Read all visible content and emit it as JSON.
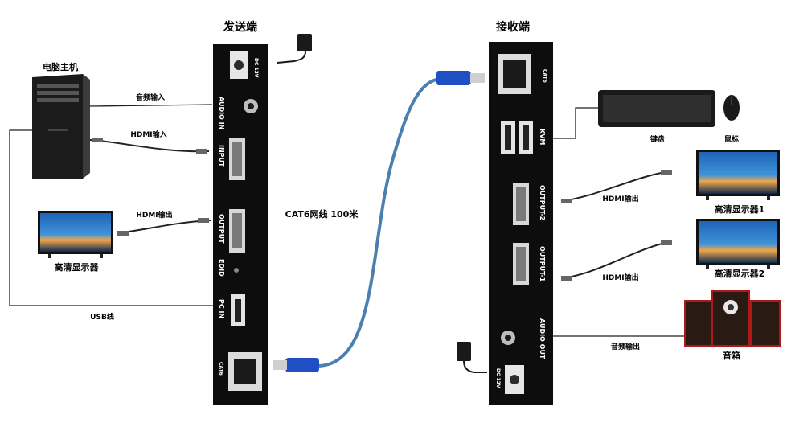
{
  "titles": {
    "sender": "发送端",
    "receiver": "接收端"
  },
  "devices": {
    "pc": "电脑主机",
    "monitor_local": "高清显示器",
    "monitor_1": "高清显示器1",
    "monitor_2": "高清显示器2",
    "keyboard": "键盘",
    "mouse": "鼠标",
    "speaker": "音箱"
  },
  "connections": {
    "audio_in": "音频输入",
    "hdmi_in": "HDMI输入",
    "hdmi_out_local": "HDMI输出",
    "usb": "USB线",
    "cat6": "CAT6网线 100米",
    "hdmi_out_1": "HDMI输出",
    "hdmi_out_2": "HDMI输出",
    "audio_out": "音频输出"
  },
  "sender_ports": {
    "dc": "DC 12V",
    "audio_in": "AUDIO IN",
    "input": "INPUT",
    "output": "OUTPUT",
    "edid": "EDID",
    "pc_in": "PC IN",
    "cat6": "CAT6"
  },
  "receiver_ports": {
    "cat6": "CAT6",
    "kvm": "KVM",
    "output2": "OUTPUT-2",
    "output1": "OUTPUT-1",
    "audio_out": "AUDIO OUT",
    "dc": "DC 12V"
  },
  "colors": {
    "device_body": "#0d0d0d",
    "cable_blue": "#4a7fb0",
    "connector_blue": "#1f4fc2",
    "wire": "#222222"
  }
}
